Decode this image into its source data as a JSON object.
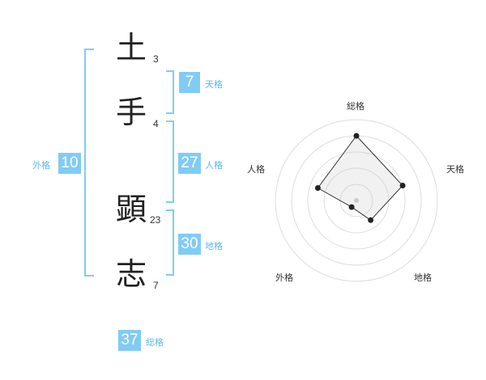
{
  "name_chars": [
    {
      "char": "土",
      "strokes": "3"
    },
    {
      "char": "手",
      "strokes": "4"
    },
    {
      "char": "顕",
      "strokes": "23"
    },
    {
      "char": "志",
      "strokes": "7"
    }
  ],
  "scores": {
    "tenkaku": {
      "value": "7",
      "label": "天格"
    },
    "jinkaku": {
      "value": "27",
      "label": "人格"
    },
    "chikaku": {
      "value": "30",
      "label": "地格"
    },
    "gaikaku": {
      "value": "10",
      "label": "外格"
    },
    "soukaku": {
      "value": "37",
      "label": "総格"
    }
  },
  "accent_color": "#80ccf5",
  "chart_data": {
    "type": "radar",
    "axes": [
      "総格",
      "天格",
      "地格",
      "外格",
      "人格"
    ],
    "values": [
      4,
      3,
      1.5,
      0.5,
      2.5
    ],
    "max": 5,
    "rings": 5
  }
}
